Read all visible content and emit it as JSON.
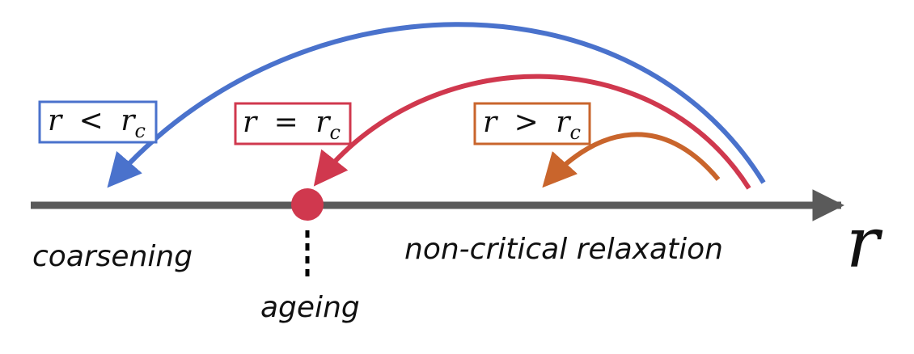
{
  "colors": {
    "axis": "#5a5a5a",
    "blue": "#4a72cc",
    "red": "#d0384e",
    "orange": "#c9652c",
    "text": "#111111"
  },
  "axis": {
    "label": "r"
  },
  "regions": {
    "coarsening": "coarsening",
    "ageing": "ageing",
    "non_critical": "non-critical relaxation"
  },
  "conditions": {
    "less": {
      "r": "r",
      "op": "<",
      "rc": "r",
      "sub": "c"
    },
    "equal": {
      "r": "r",
      "op": "=",
      "rc": "r",
      "sub": "c"
    },
    "greater": {
      "r": "r",
      "op": ">",
      "rc": "r",
      "sub": "c"
    }
  }
}
